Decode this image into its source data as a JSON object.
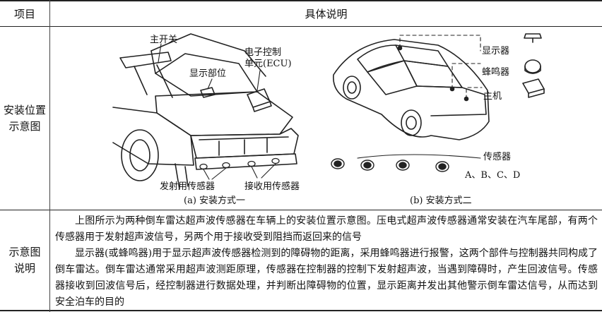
{
  "table": {
    "headers": {
      "item": "项目",
      "detail": "具体说明"
    },
    "rows": [
      {
        "label_lines": [
          "安装位置",
          "示意图"
        ],
        "figure_a": {
          "callouts": {
            "main_switch": "主开关",
            "display_part": "显示部位",
            "ecu_line1": "电子控制",
            "ecu_line2": "单元(ECU)",
            "transmit_sensor": "发射用传感器",
            "receive_sensor": "接收用传感器"
          },
          "caption": "(a) 安装方式一"
        },
        "figure_b": {
          "callouts": {
            "display": "显示器",
            "buzzer": "蜂鸣器",
            "main_unit": "主机",
            "sensor": "传感器",
            "sensor_ids": "A、B、C、D"
          },
          "caption": "(b) 安装方式二"
        }
      },
      {
        "label_lines": [
          "示意图",
          "说明"
        ],
        "paragraphs": [
          "上图所示为两种倒车雷达超声波传感器在车辆上的安装位置示意图。压电式超声波传感器通常安装在汽车尾部，有两个传感器用于发射超声波信号，另两个用于接收受到阻挡而返回来的信号",
          "显示器(或蜂鸣器)用于显示超声波传感器检测到的障碍物的距离，采用蜂鸣器进行报警，这两个部件与控制器共同构成了倒车雷达。倒车雷达通常采用超声波测距原理，传感器在控制器的控制下发射超声波，当遇到障碍时，产生回波信号。传感器接收到回波信号后，经控制器进行数据处理，并判断出障碍物的位置，显示距离并发出其他警示倒车雷达信号，从而达到安全泊车的目的"
        ]
      }
    ]
  }
}
